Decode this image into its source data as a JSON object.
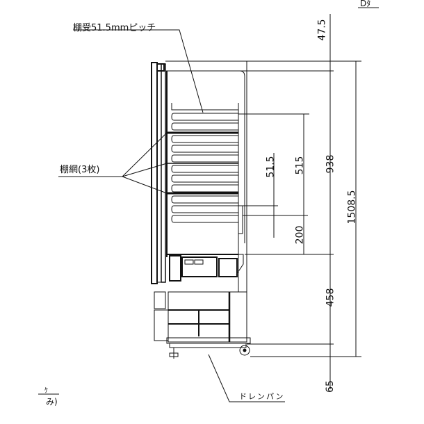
{
  "drawing": {
    "type": "side elevation technical drawing",
    "colors": {
      "line": "#111111",
      "background": "#ffffff"
    }
  },
  "annotations": {
    "shelf_support_pitch": "棚受51.5mmピッチ",
    "shelf_nets": "棚網(3枚)",
    "drain_pan": "ドレンパン",
    "top_right_partial": "Dﾀ",
    "left_partial_top": "ｹ",
    "left_partial_bottom": "み)"
  },
  "dimensions": {
    "top_clearance": "47.5",
    "shelf_pitch": "51.5",
    "shelf_span": "515",
    "lower_shelf": "200",
    "interior_height": "938",
    "overall_height": "1508.5",
    "base_height": "458",
    "caster_height": "65"
  }
}
